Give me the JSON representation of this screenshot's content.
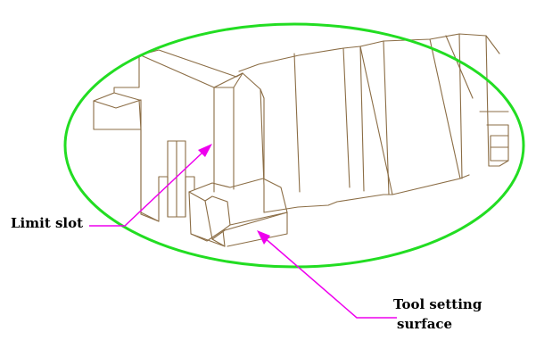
{
  "labels": {
    "limit_slot": "Limit slot",
    "tool_setting_line1": "Tool setting",
    "tool_setting_line2": "surface"
  },
  "colors": {
    "ellipse": "#22dd22",
    "part_edges": "#8b6d45",
    "leaders": "#ee00ee",
    "text": "#000000"
  }
}
